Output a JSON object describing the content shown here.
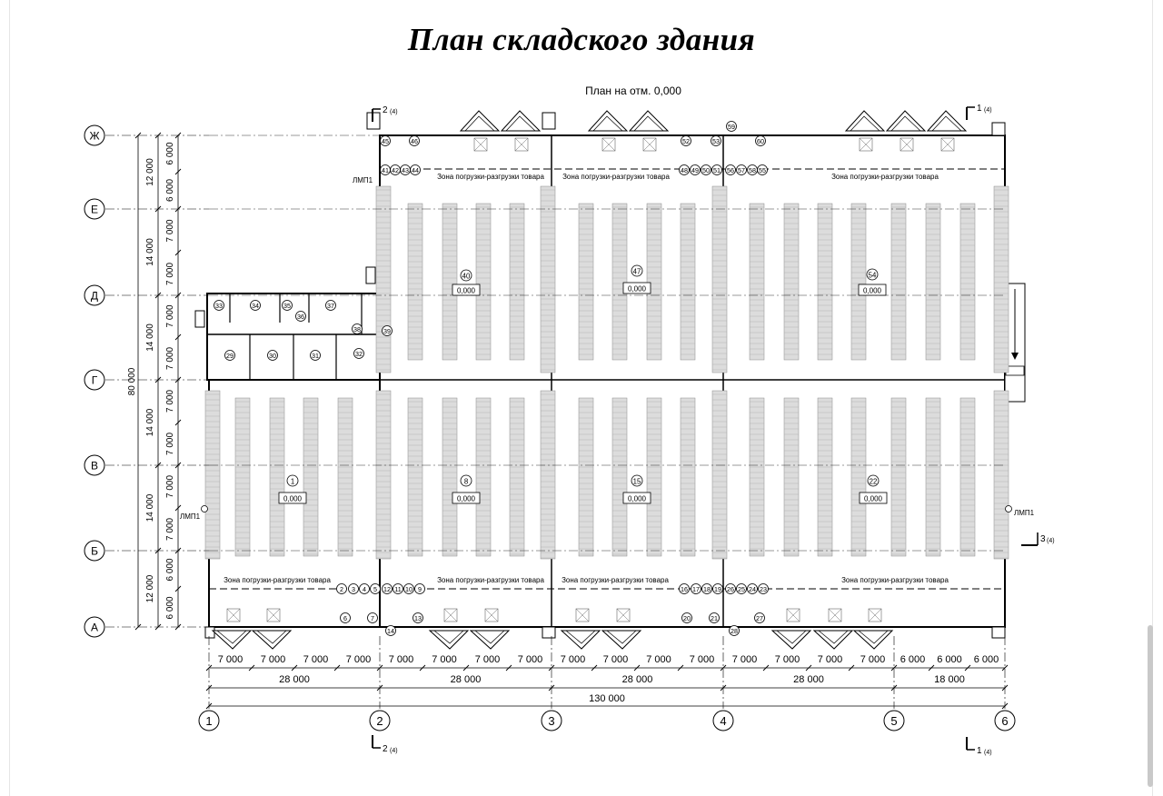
{
  "title": "План складского здания",
  "plan_caption": "План на отм. 0,000",
  "axes_rows": [
    "Ж",
    "Е",
    "Д",
    "Г",
    "В",
    "Б",
    "А"
  ],
  "axes_columns": [
    "1",
    "2",
    "3",
    "4",
    "5",
    "6"
  ],
  "dimensions": {
    "bottom_spans": [
      "7 000",
      "7 000",
      "7 000",
      "7 000",
      "7 000",
      "7 000",
      "7 000",
      "7 000",
      "7 000",
      "7 000",
      "7 000",
      "7 000",
      "7 000",
      "7 000",
      "7 000",
      "7 000",
      "6 000",
      "6 000",
      "6 000"
    ],
    "bottom_groups": [
      "28 000",
      "28 000",
      "28 000",
      "28 000",
      "18 000"
    ],
    "bottom_total": "130 000",
    "left_fine": [
      "6 000",
      "6 000",
      "7 000",
      "7 000",
      "7 000",
      "7 000",
      "7 000",
      "7 000",
      "7 000",
      "7 000",
      "6 000",
      "6 000"
    ],
    "left_groups": [
      "12 000",
      "14 000",
      "14 000",
      "14 000",
      "14 000",
      "12 000"
    ],
    "left_total": "80 000"
  },
  "zones": {
    "loading_zone": "Зона погрузки-разгрузки товара",
    "elevation_mark": "0,000",
    "panel_label": "ЛМП1"
  },
  "room_numbers": {
    "upper_halls": [
      "40",
      "47",
      "54"
    ],
    "lower_halls": [
      "1",
      "8",
      "15",
      "22"
    ],
    "office_top": [
      "33",
      "34",
      "35",
      "36",
      "37",
      "38"
    ],
    "office_bottom": [
      "29",
      "30",
      "31",
      "32"
    ],
    "side": "39",
    "top_group_1": [
      "45",
      "46",
      "41",
      "42",
      "43",
      "44"
    ],
    "top_group_2": [
      "52",
      "53",
      "59",
      "60",
      "48",
      "49",
      "50",
      "51",
      "56",
      "57",
      "58",
      "55"
    ],
    "bottom_group_1": [
      "2",
      "3",
      "4",
      "5",
      "12",
      "11",
      "10",
      "9",
      "6",
      "7",
      "13",
      "14"
    ],
    "bottom_group_2": [
      "16",
      "17",
      "18",
      "19",
      "26",
      "25",
      "24",
      "23",
      "20",
      "21",
      "27",
      "28"
    ]
  },
  "section_marks": {
    "top_2": "2",
    "top_1": "1",
    "right_3": "3",
    "bottom_2": "2",
    "bottom_1": "1",
    "sheet_ref": "(4)"
  }
}
